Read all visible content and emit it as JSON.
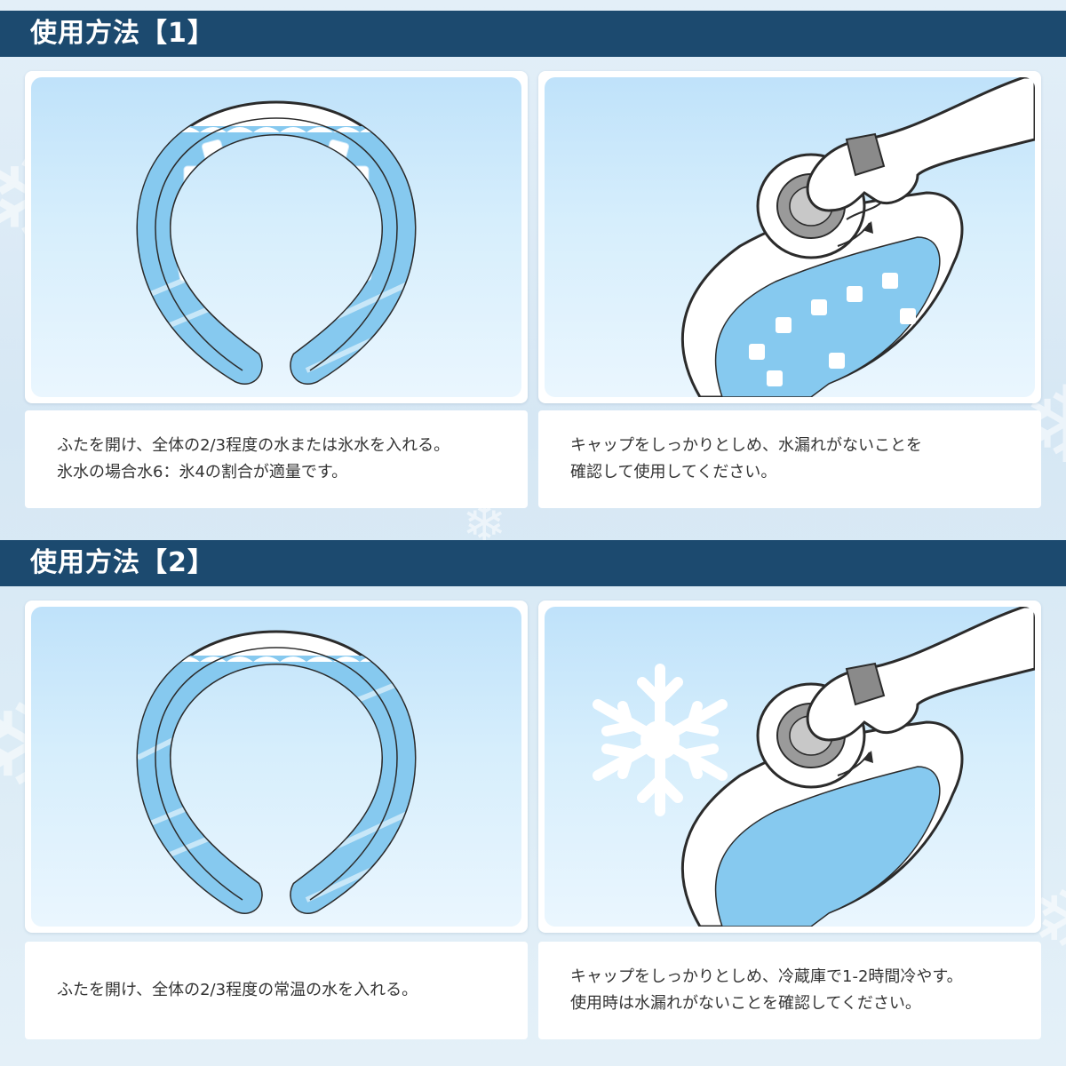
{
  "sections": [
    {
      "title": "使用方法【1】",
      "steps": [
        {
          "illustration": "neck-ring-with-ice-water-icon",
          "caption_lines": [
            "ふたを開け、全体の2/3程度の水または氷水を入れる。",
            "氷水の場合水6：氷4の割合が適量です。"
          ]
        },
        {
          "illustration": "hand-tightening-cap-icon",
          "caption_lines": [
            "キャップをしっかりとしめ、水漏れがないことを",
            "確認して使用してください。"
          ]
        }
      ]
    },
    {
      "title": "使用方法【2】",
      "steps": [
        {
          "illustration": "neck-ring-with-water-icon",
          "caption_lines": [
            "ふたを開け、全体の2/3程度の常温の水を入れる。"
          ]
        },
        {
          "illustration": "hand-tightening-cap-snowflake-icon",
          "caption_lines": [
            "キャップをしっかりとしめ、冷蔵庫で1-2時間冷やす。",
            "使用時は水漏れがないことを確認してください。"
          ]
        }
      ]
    }
  ],
  "colors": {
    "header_bar": "#1c4a6f",
    "water": "#7ec4ee",
    "panel_bg": "#cfe9fb",
    "outline": "#2b2b2b"
  }
}
